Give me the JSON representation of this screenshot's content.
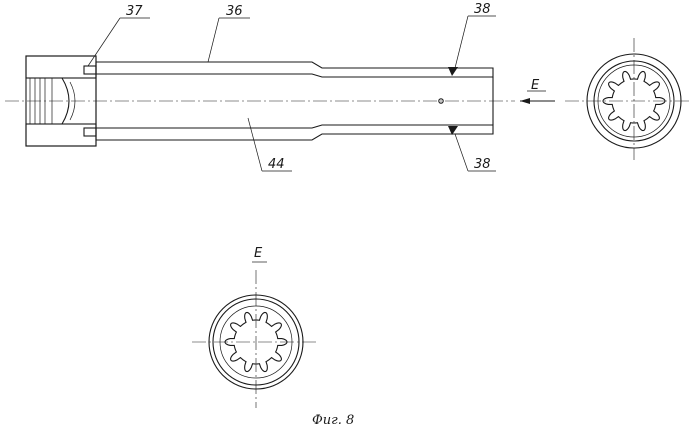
{
  "labels": {
    "part_36": "36",
    "part_37": "37",
    "part_38_top": "38",
    "part_38_bottom": "38",
    "part_44": "44",
    "view_arrow": "E",
    "view_title": "E"
  },
  "caption": "Фиг. 8"
}
